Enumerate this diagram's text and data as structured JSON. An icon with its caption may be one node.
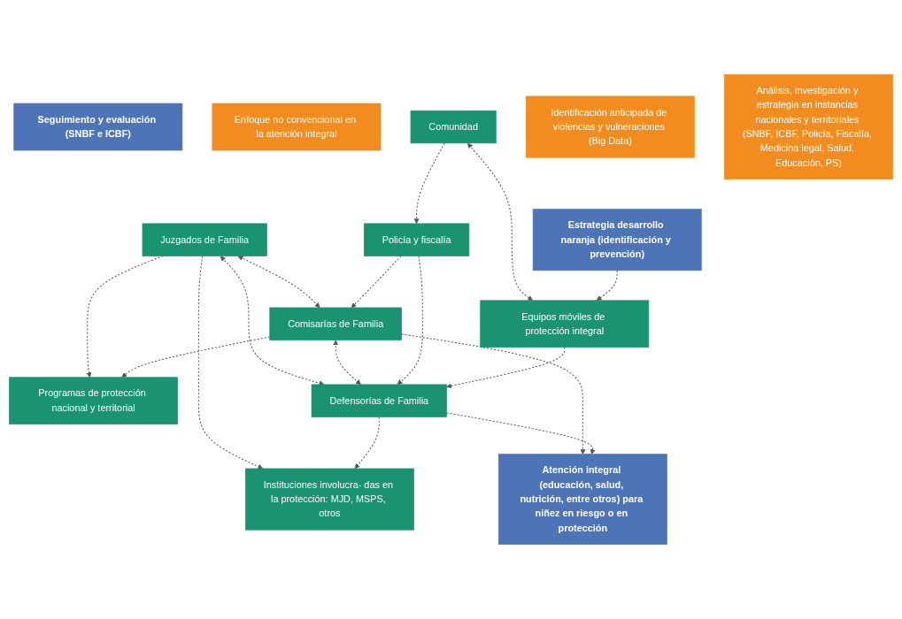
{
  "diagram": {
    "nodes": [
      {
        "text": [
          "Seguimiento y evaluación (SNBF e ICBF)"
        ]
      },
      {
        "text": [
          "Atención integral (educación, salud, nutrición, entre otros) para niñez en riesgo o en protección"
        ]
      },
      {
        "text": [
          "Enfoque no convencional en la atención integral"
        ]
      },
      {
        "text": [
          "Programas de protección nacional y territorial"
        ]
      },
      {
        "text": [
          "Juzgados de Familia"
        ]
      },
      {
        "text": [
          "Comisarías de Familia"
        ]
      },
      {
        "text": [
          "Defensorías de Familia"
        ]
      },
      {
        "text": [
          "Instituciones involucra- das en la protección: MJD, MSPS, otros"
        ]
      },
      {
        "text": [
          "Estrategia desarrollo naranja (identificación y prevención)"
        ]
      },
      {
        "text": [
          "Policía y fiscalía"
        ]
      },
      {
        "text": [
          "Comunidad"
        ]
      },
      {
        "text": [
          "Equipos móviles de protección integral"
        ]
      },
      {
        "text": [
          "Identificación anticipada de violencias y vulneraciones (Big Data)"
        ]
      },
      {
        "text": [
          "Análisis, investigación y estrategia en instancias nacionales y territoriales (SNBF, ICBF, Policía, Fiscalía, Medicina legal, Salud, Educación, PS)"
        ]
      }
    ],
    "edges": [
      {
        "from": 4,
        "to": 3,
        "arrow": "to",
        "style": "dashed"
      },
      {
        "from": 5,
        "to": 3,
        "arrow": "to",
        "style": "dashed"
      },
      {
        "from": 4,
        "to": 7,
        "arrow": "to",
        "style": "dashed"
      },
      {
        "from": 6,
        "to": 7,
        "arrow": "to",
        "style": "dashed"
      },
      {
        "from": 4,
        "to": 5,
        "arrow": "both",
        "style": "dashed"
      },
      {
        "from": 4,
        "to": 6,
        "arrow": "both",
        "style": "dashed"
      },
      {
        "from": 5,
        "to": 6,
        "arrow": "both",
        "style": "dashed"
      },
      {
        "from": 5,
        "to": 1,
        "arrow": "to",
        "style": "dashed"
      },
      {
        "from": 6,
        "to": 1,
        "arrow": "to",
        "style": "dashed"
      },
      {
        "from": 9,
        "to": 5,
        "arrow": "to",
        "style": "dashed"
      },
      {
        "from": 9,
        "to": 6,
        "arrow": "to",
        "style": "dashed"
      },
      {
        "from": 11,
        "to": 6,
        "arrow": "to",
        "style": "dashed"
      },
      {
        "from": 10,
        "to": 9,
        "arrow": "to",
        "style": "dashed"
      },
      {
        "from": 10,
        "to": 11,
        "arrow": "both",
        "style": "dashed"
      },
      {
        "from": 8,
        "to": 11,
        "arrow": "to",
        "style": "dashed"
      }
    ]
  }
}
